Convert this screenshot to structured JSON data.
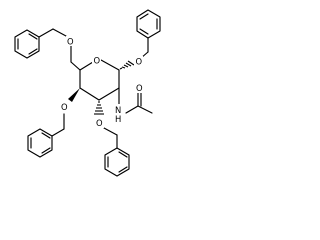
{
  "molecule": {
    "atoms": {
      "ring_oxygen": "O",
      "anomeric_oxygen": "O",
      "c6_oxygen": "O",
      "c4_oxygen": "O",
      "c3_oxygen": "O",
      "amide_nitrogen": "N",
      "amide_hydrogen": "H",
      "acetyl_oxygen": "O"
    },
    "substituents": [
      "benzyl",
      "benzyl",
      "benzyl",
      "benzyl",
      "acetamido"
    ],
    "colors": {
      "line": "#000000",
      "background": "#ffffff"
    }
  }
}
